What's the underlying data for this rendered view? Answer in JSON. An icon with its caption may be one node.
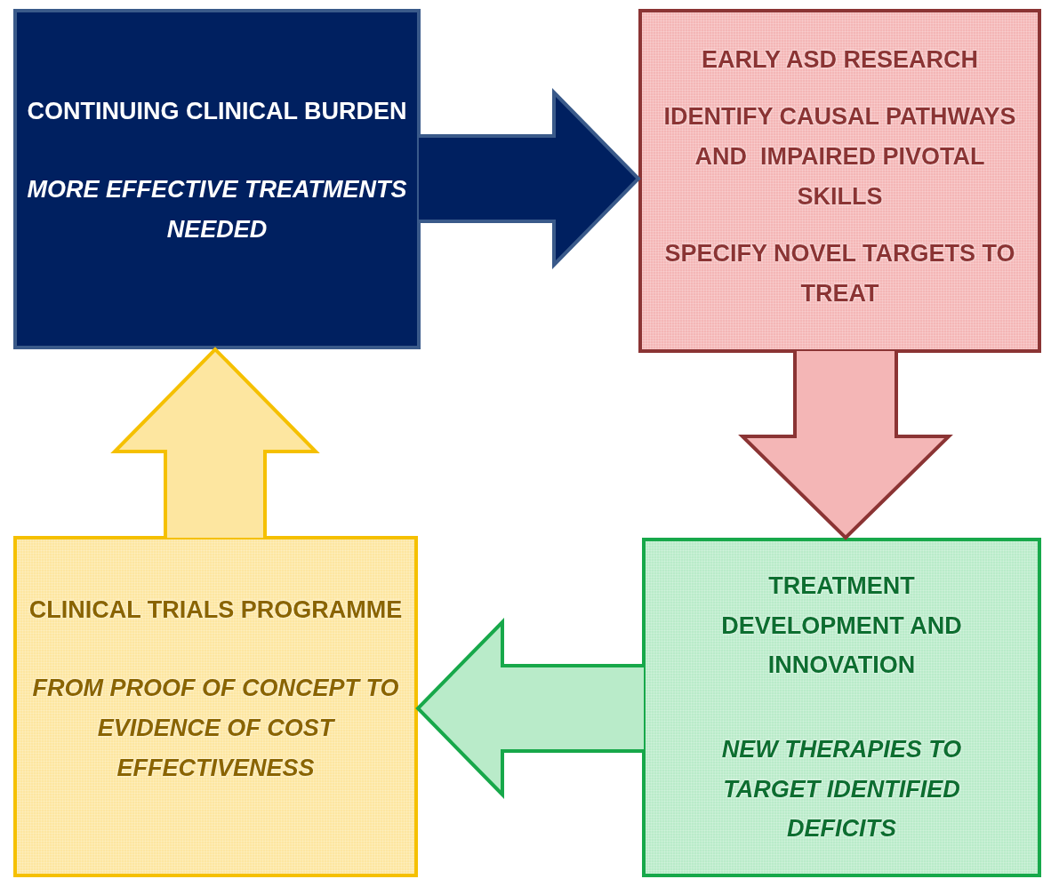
{
  "diagram": {
    "nodes": [
      {
        "text": [
          "CONTINUING CLINICAL BURDEN",
          "MORE EFFECTIVE TREATMENTS NEEDED"
        ]
      },
      {
        "text": [
          "EARLY ASD RESEARCH",
          "IDENTIFY CAUSAL PATHWAYS AND  IMPAIRED PIVOTAL SKILLS",
          "SPECIFY NOVEL TARGETS TO TREAT"
        ]
      },
      {
        "text": [
          "TREATMENT DEVELOPMENT AND INNOVATION",
          "NEW THERAPIES TO TARGET IDENTIFIED DEFICITS"
        ]
      },
      {
        "text": [
          "CLINICAL TRIALS PROGRAMME",
          "FROM PROOF OF CONCEPT TO EVIDENCE OF COST EFFECTIVENESS"
        ]
      }
    ],
    "edges": [
      {
        "from": 0,
        "to": 1,
        "arrow": "to",
        "style": "thick",
        "color": "#002060"
      },
      {
        "from": 1,
        "to": 2,
        "arrow": "to",
        "style": "thick",
        "color": "#f4b6b6"
      },
      {
        "from": 2,
        "to": 3,
        "arrow": "to",
        "style": "thick",
        "color": "#b9ebc9"
      },
      {
        "from": 3,
        "to": 0,
        "arrow": "to",
        "style": "thick",
        "color": "#fde6a0"
      }
    ]
  }
}
